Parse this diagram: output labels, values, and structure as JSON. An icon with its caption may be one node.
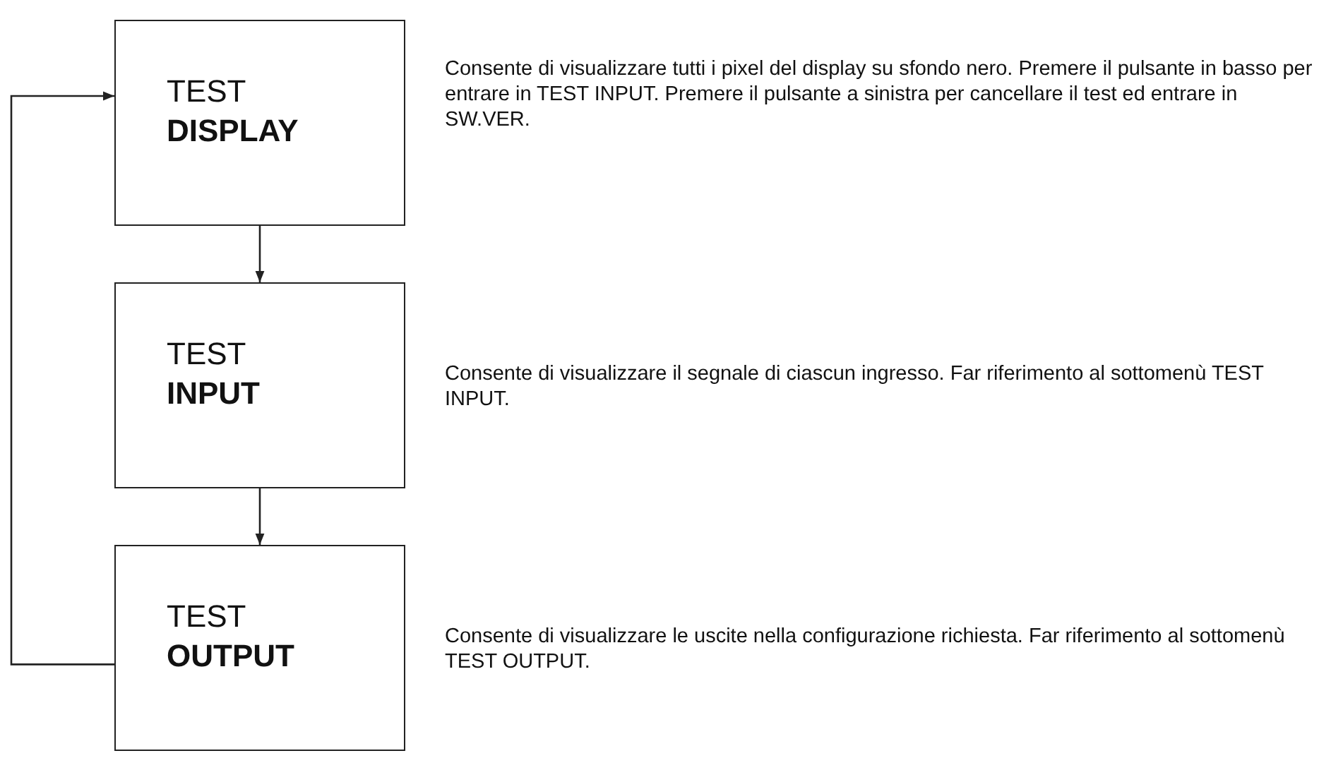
{
  "diagram": {
    "nodes": [
      {
        "text": [
          "TEST",
          "DISPLAY"
        ],
        "beside": [
          "Consente di visualizzare tutti i pixel del display su sfondo nero. Premere il pulsante in basso per entrare in TEST INPUT. Premere il pulsante a sinistra per cancellare il test ed entrare in SW.VER."
        ]
      },
      {
        "text": [
          "TEST",
          "INPUT"
        ],
        "beside": [
          "Consente di visualizzare il segnale di ciascun ingresso. Far riferimento al sottomenù TEST INPUT."
        ]
      },
      {
        "text": [
          "TEST",
          "OUTPUT"
        ],
        "beside": [
          "Consente di visualizzare le uscite nella configurazione richiesta. Far riferimento al sottomenù TEST OUTPUT."
        ]
      }
    ],
    "edges": [
      {
        "from": 0,
        "to": 1,
        "arrow": "to"
      },
      {
        "from": 1,
        "to": 2,
        "arrow": "to"
      },
      {
        "from": 2,
        "to": 0,
        "arrow": "to"
      }
    ]
  }
}
